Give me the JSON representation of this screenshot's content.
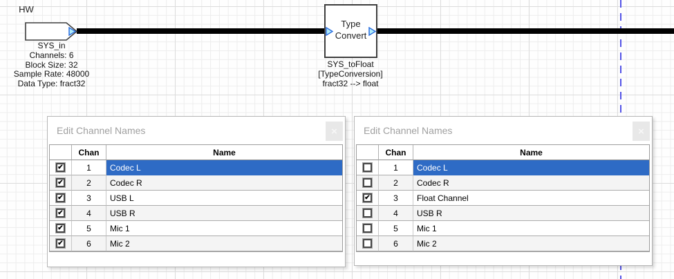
{
  "colors": {
    "selection_blue": "#2e6bc5",
    "wire_black": "#000000",
    "pin_fill": "#b0ecf9",
    "pin_border": "#2e6fdf",
    "page_guide_blue": "#5353e6"
  },
  "canvas": {
    "hw_block": {
      "label": "HW",
      "instance": "SYS_in",
      "props": [
        "Channels: 6",
        "Block Size: 32",
        "Sample Rate: 48000",
        "Data Type: fract32"
      ]
    },
    "type_convert_block": {
      "label_line1": "Type",
      "label_line2": "Convert",
      "instance": "SYS_toFloat",
      "module": "[TypeConversion]",
      "conversion": "fract32 --> float"
    }
  },
  "dialogs": {
    "left": {
      "title": "Edit Channel Names",
      "close_glyph": "×",
      "columns": {
        "chan": "Chan",
        "name": "Name"
      },
      "rows": [
        {
          "chan": "1",
          "name": "Codec L",
          "check": "✔"
        },
        {
          "chan": "2",
          "name": "Codec R",
          "check": "✔"
        },
        {
          "chan": "3",
          "name": "USB L",
          "check": "✔"
        },
        {
          "chan": "4",
          "name": "USB R",
          "check": "✔"
        },
        {
          "chan": "5",
          "name": "Mic 1",
          "check": "✔"
        },
        {
          "chan": "6",
          "name": "Mic 2",
          "check": "✔"
        }
      ]
    },
    "right": {
      "title": "Edit Channel Names",
      "close_glyph": "×",
      "columns": {
        "chan": "Chan",
        "name": "Name"
      },
      "rows": [
        {
          "chan": "1",
          "name": "Codec L",
          "check": ""
        },
        {
          "chan": "2",
          "name": "Codec R",
          "check": ""
        },
        {
          "chan": "3",
          "name": "Float Channel",
          "check": "✔"
        },
        {
          "chan": "4",
          "name": "USB R",
          "check": ""
        },
        {
          "chan": "5",
          "name": "Mic 1",
          "check": ""
        },
        {
          "chan": "6",
          "name": "Mic 2",
          "check": ""
        }
      ]
    }
  }
}
